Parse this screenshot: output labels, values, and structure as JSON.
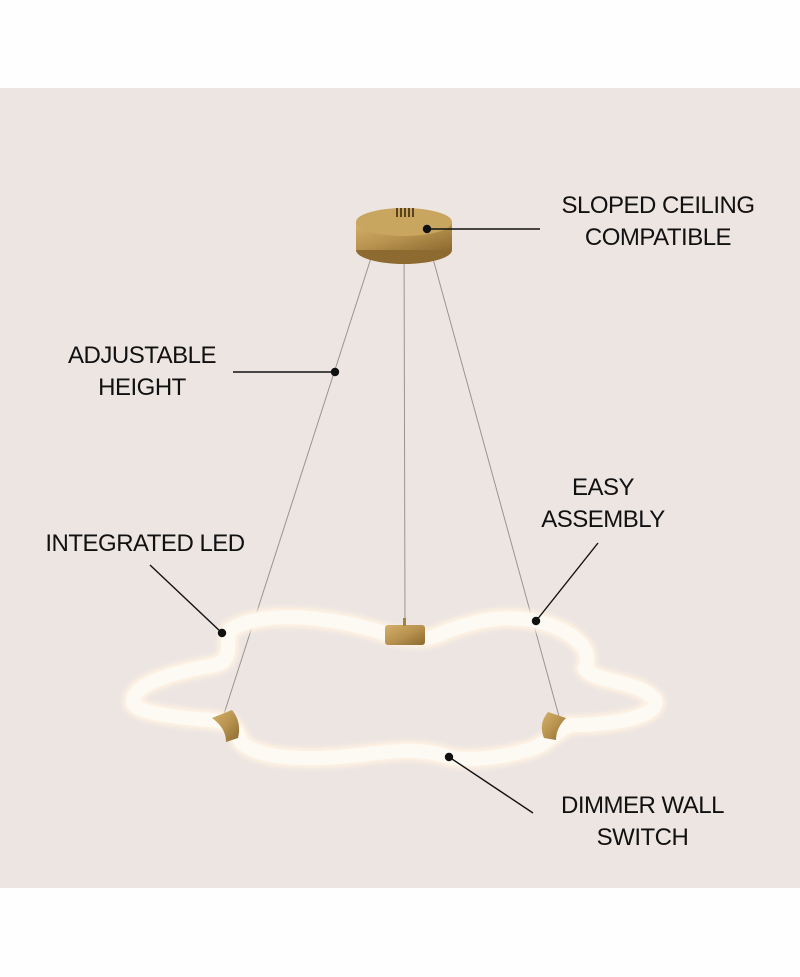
{
  "product_image": {
    "background_color": "#ede5e2",
    "features": [
      {
        "id": "sloped-ceiling",
        "lines": [
          "SLOPED CEILING",
          "COMPATIBLE"
        ]
      },
      {
        "id": "adjustable-height",
        "lines": [
          "ADJUSTABLE",
          "HEIGHT"
        ]
      },
      {
        "id": "integrated-led",
        "lines": [
          "INTEGRATED LED"
        ]
      },
      {
        "id": "easy-assembly",
        "lines": [
          "EASY",
          "ASSEMBLY"
        ]
      },
      {
        "id": "dimmer-wall-switch",
        "lines": [
          "DIMMER WALL",
          "SWITCH"
        ]
      }
    ],
    "colors": {
      "brass": "#b8934f",
      "led_tube": "#fbf5ec",
      "text": "#111111"
    }
  }
}
